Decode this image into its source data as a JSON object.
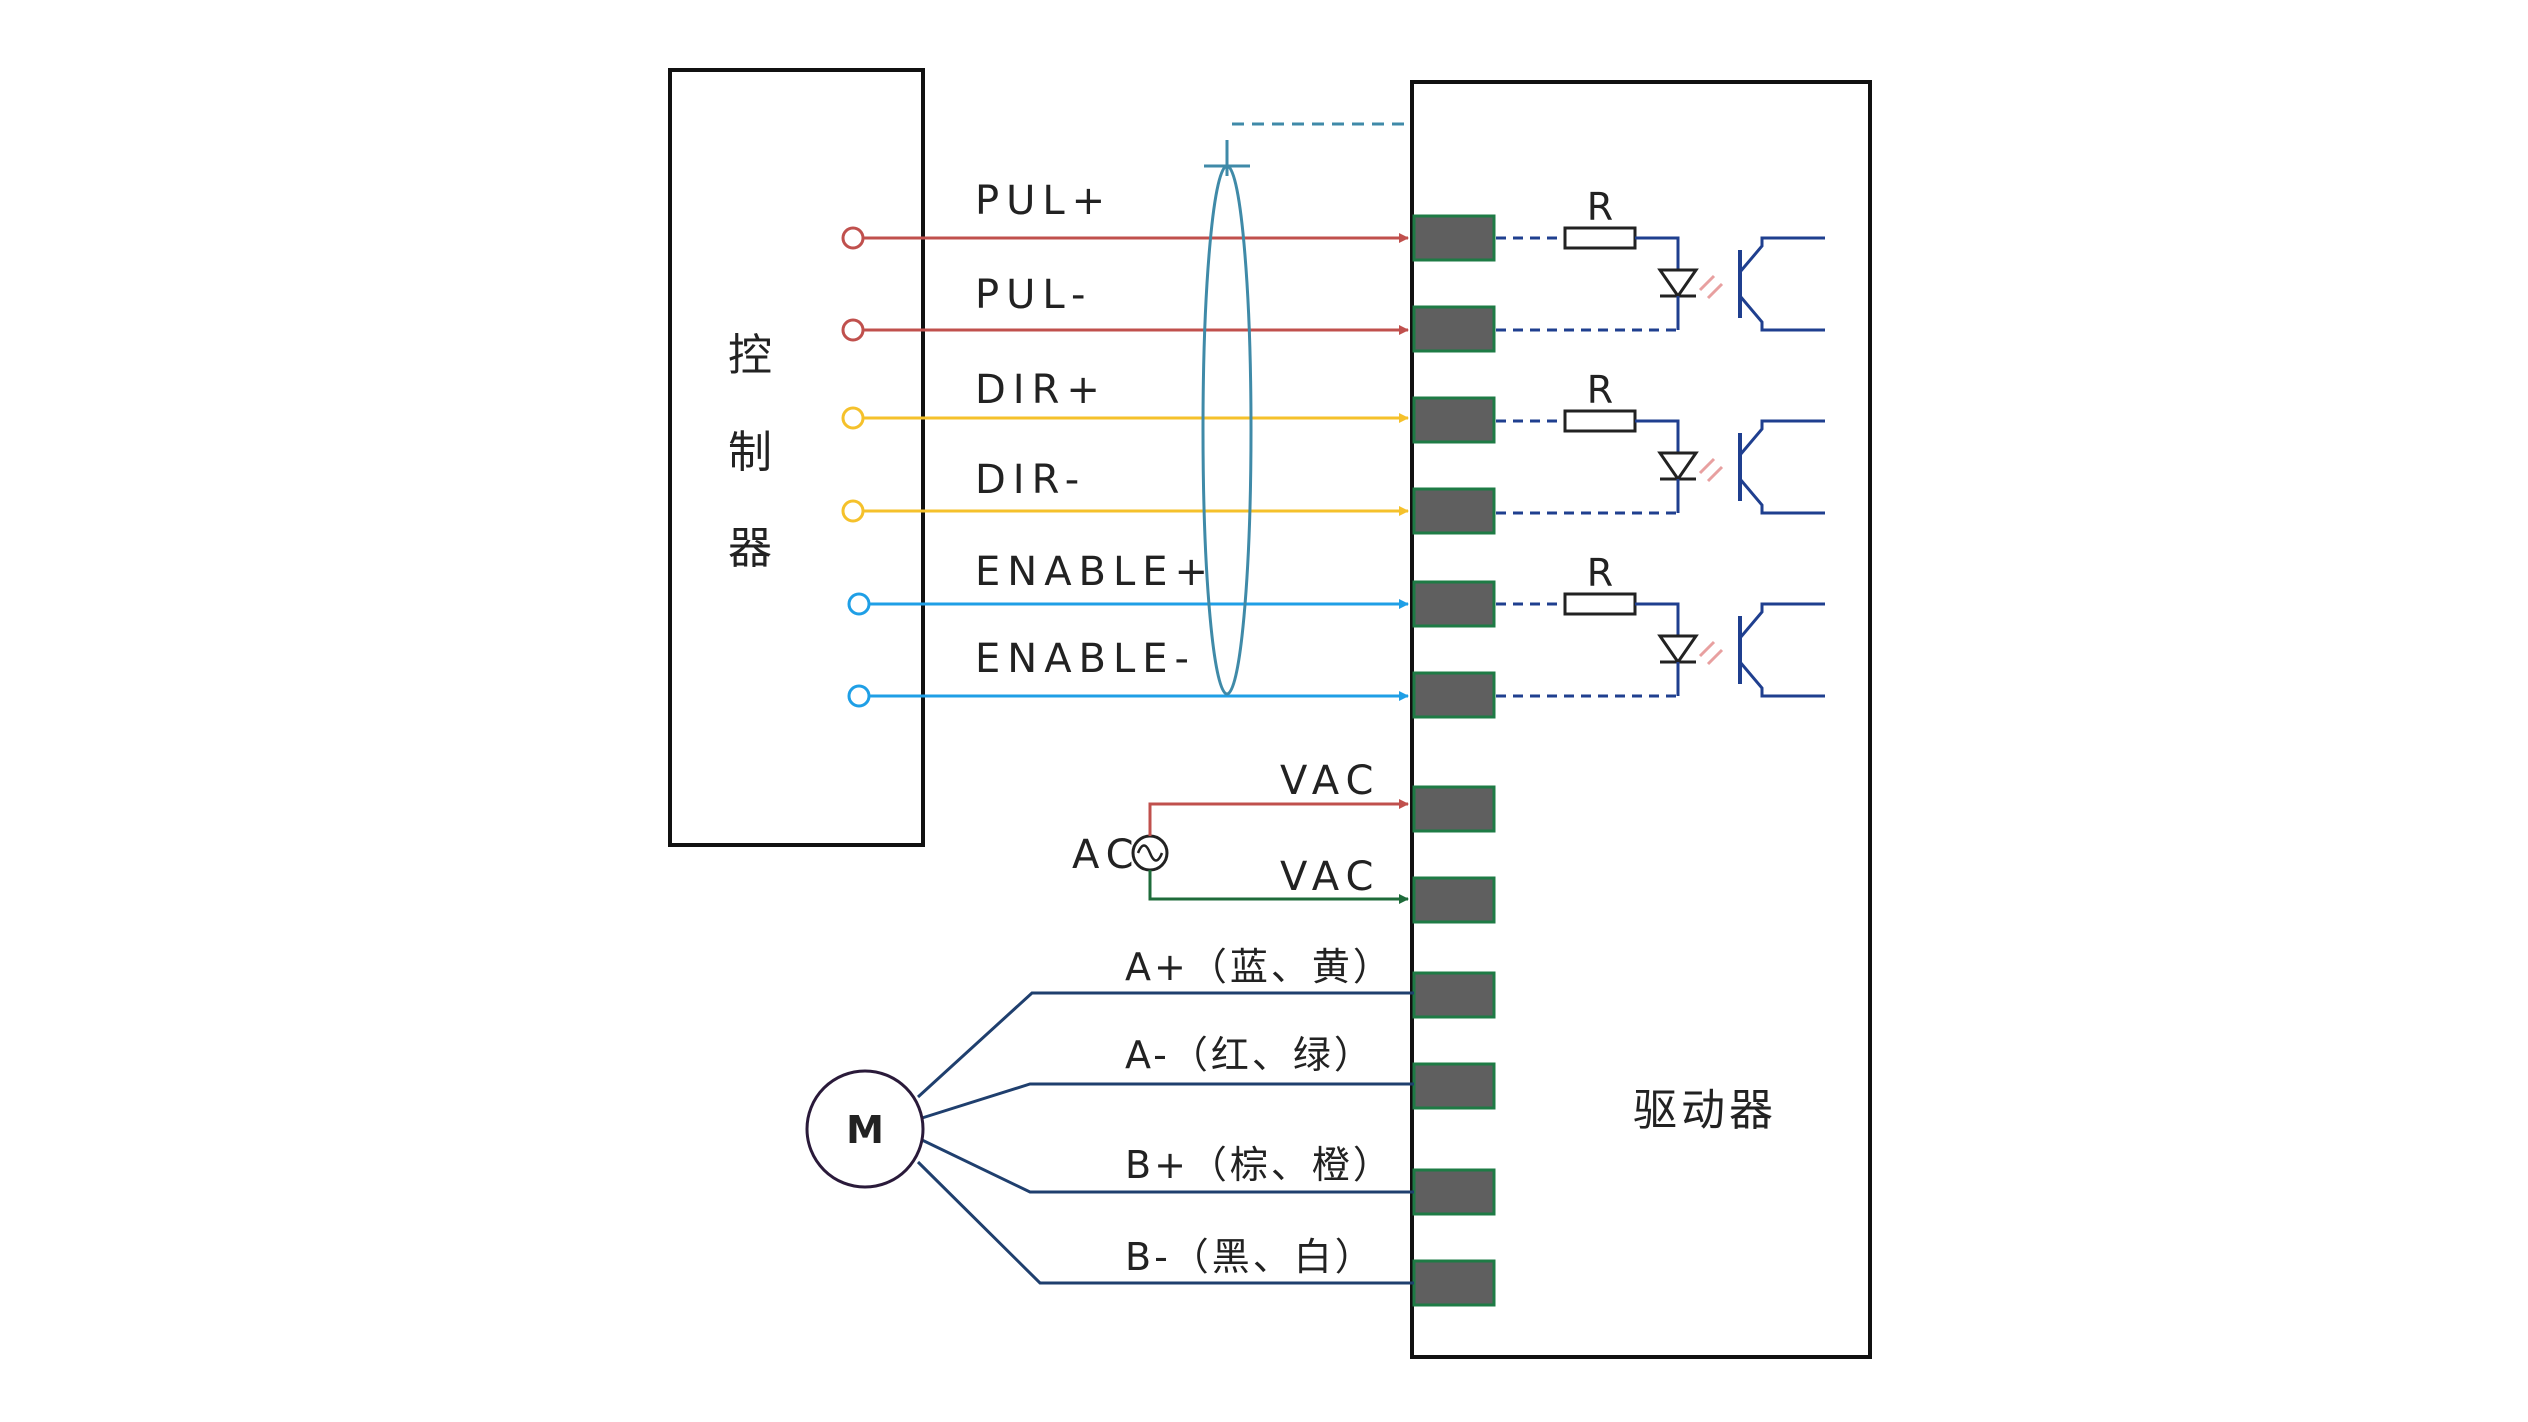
{
  "controller": {
    "label": [
      "控",
      "制",
      "器"
    ]
  },
  "driver": {
    "label": "驱动器"
  },
  "signals": [
    {
      "label": "PUL+",
      "color": "#c0504d"
    },
    {
      "label": "PUL-",
      "color": "#c0504d"
    },
    {
      "label": "DIR+",
      "color": "#f5c12b"
    },
    {
      "label": "DIR-",
      "color": "#f5c12b"
    },
    {
      "label": "ENABLE+",
      "color": "#1f9fe6"
    },
    {
      "label": "ENABLE-",
      "color": "#1f9fe6"
    }
  ],
  "resistor_label": "R",
  "power": {
    "source_label": "AC",
    "lines": [
      {
        "label": "VAC",
        "color": "#c0504d"
      },
      {
        "label": "VAC",
        "color": "#1e6b3a"
      }
    ]
  },
  "motor": {
    "label": "M",
    "phases": [
      {
        "label": "A+（蓝、黄）"
      },
      {
        "label": "A-（红、绿）"
      },
      {
        "label": "B+（棕、橙）"
      },
      {
        "label": "B-（黑、白）"
      }
    ]
  },
  "colors": {
    "terminal_fill": "#5f5f5f",
    "terminal_border": "#1e7b45",
    "optocoupler": "#1f3f8f",
    "motor_wire": "#1f3f6e",
    "shield": "#3f8aa8"
  }
}
